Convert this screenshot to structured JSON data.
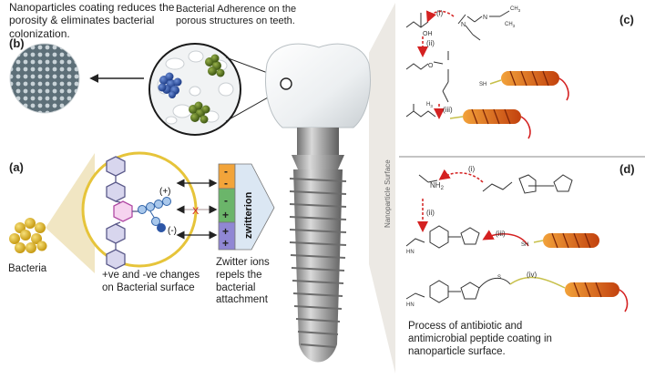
{
  "labels": {
    "b": "(b)",
    "a": "(a)",
    "c": "(c)",
    "d": "(d)"
  },
  "captions": {
    "nano_line1": "Nanoparticles coating reduces the",
    "nano_line2": "porosity & eliminates bacterial",
    "nano_line3": "colonization.",
    "adh_line1": "Bacterial Adherence on the",
    "adh_line2": "porous structures on teeth.",
    "bacteria": "Bacteria",
    "charges_line1": "+ve and -ve changes",
    "charges_line2": "on Bacterial surface",
    "zw_line1": "Zwitter ions",
    "zw_line2": "repels the",
    "zw_line3": "bacterial",
    "zw_line4": "attachment",
    "process_line1": "Process of antibiotic and",
    "process_line2": "antimicrobial peptide coating in",
    "process_line3": "nanoparticle surface.",
    "nano_surface": "Nanoparticle Surface",
    "zwitterion": "zwitterion"
  },
  "charges": {
    "plus": "(+)",
    "minus": "(-)",
    "x_mark": "X"
  },
  "zwitter_cells": [
    "-",
    "-",
    "-",
    "+",
    "+",
    "+"
  ],
  "steps": [
    "(i)",
    "(ii)",
    "(iii)",
    "(i)",
    "(ii)",
    "(iii)",
    "(iv)"
  ],
  "chem": {
    "oh": "OH",
    "nh2": "NH",
    "nh2_sub": "2",
    "sh": "SH",
    "ch3": "CH",
    "ch3_sub": "3",
    "n": "N",
    "o": "O",
    "hn": "HN",
    "s": "S",
    "h3c": "H"
  },
  "colors": {
    "gold": "#e9c33e",
    "blue": "#2d56a6",
    "green": "#5b7a1f",
    "red": "#d42121",
    "helix_orange": "#d86a1b"
  }
}
